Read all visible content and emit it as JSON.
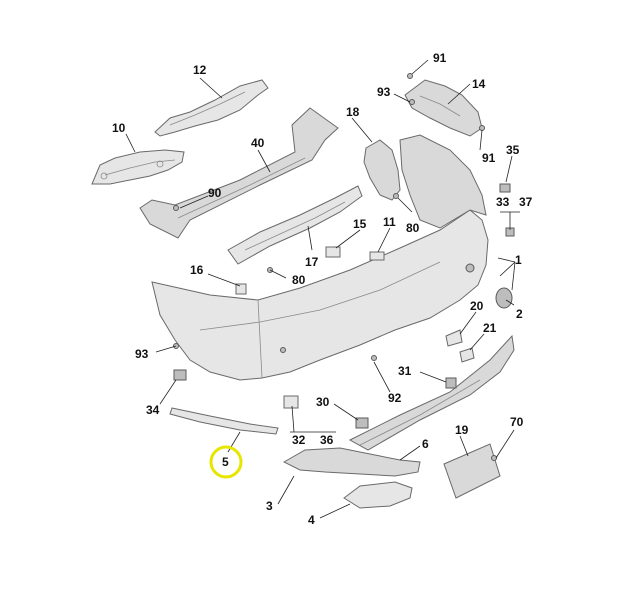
{
  "diagram": {
    "highlight_color": "#e6e600",
    "highlighted_part": "5",
    "callouts": {
      "c91a": "91",
      "c14": "14",
      "c93a": "93",
      "c12": "12",
      "c18": "18",
      "c91b": "91",
      "c35": "35",
      "c10": "10",
      "c40": "40",
      "c33": "33",
      "c37": "37",
      "c15": "15",
      "c11": "11",
      "c80a": "80",
      "c90": "90",
      "c1": "1",
      "c16": "16",
      "c17": "17",
      "c80b": "80",
      "c2": "2",
      "c20": "20",
      "c21": "21",
      "c93b": "93",
      "c31": "31",
      "c92": "92",
      "c34": "34",
      "c30": "30",
      "c32": "32",
      "c36": "36",
      "c19": "19",
      "c70": "70",
      "c5": "5",
      "c6": "6",
      "c3": "3",
      "c4": "4"
    }
  }
}
